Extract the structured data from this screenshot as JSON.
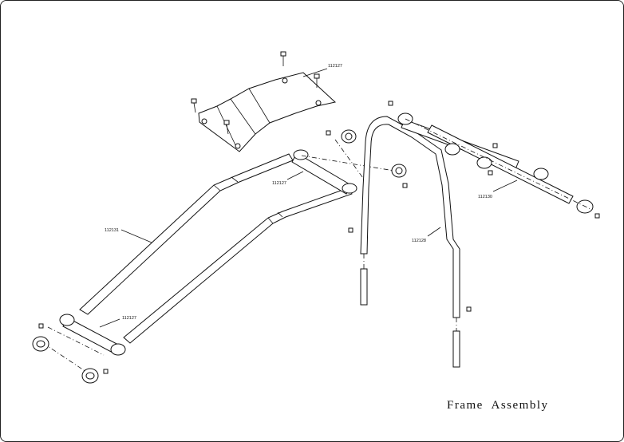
{
  "title": "Frame  Assembly",
  "parts": [
    {
      "number": "112127"
    },
    {
      "number": "112127"
    },
    {
      "number": "112131"
    },
    {
      "number": "112127"
    },
    {
      "number": "112128"
    },
    {
      "number": "112130"
    }
  ]
}
